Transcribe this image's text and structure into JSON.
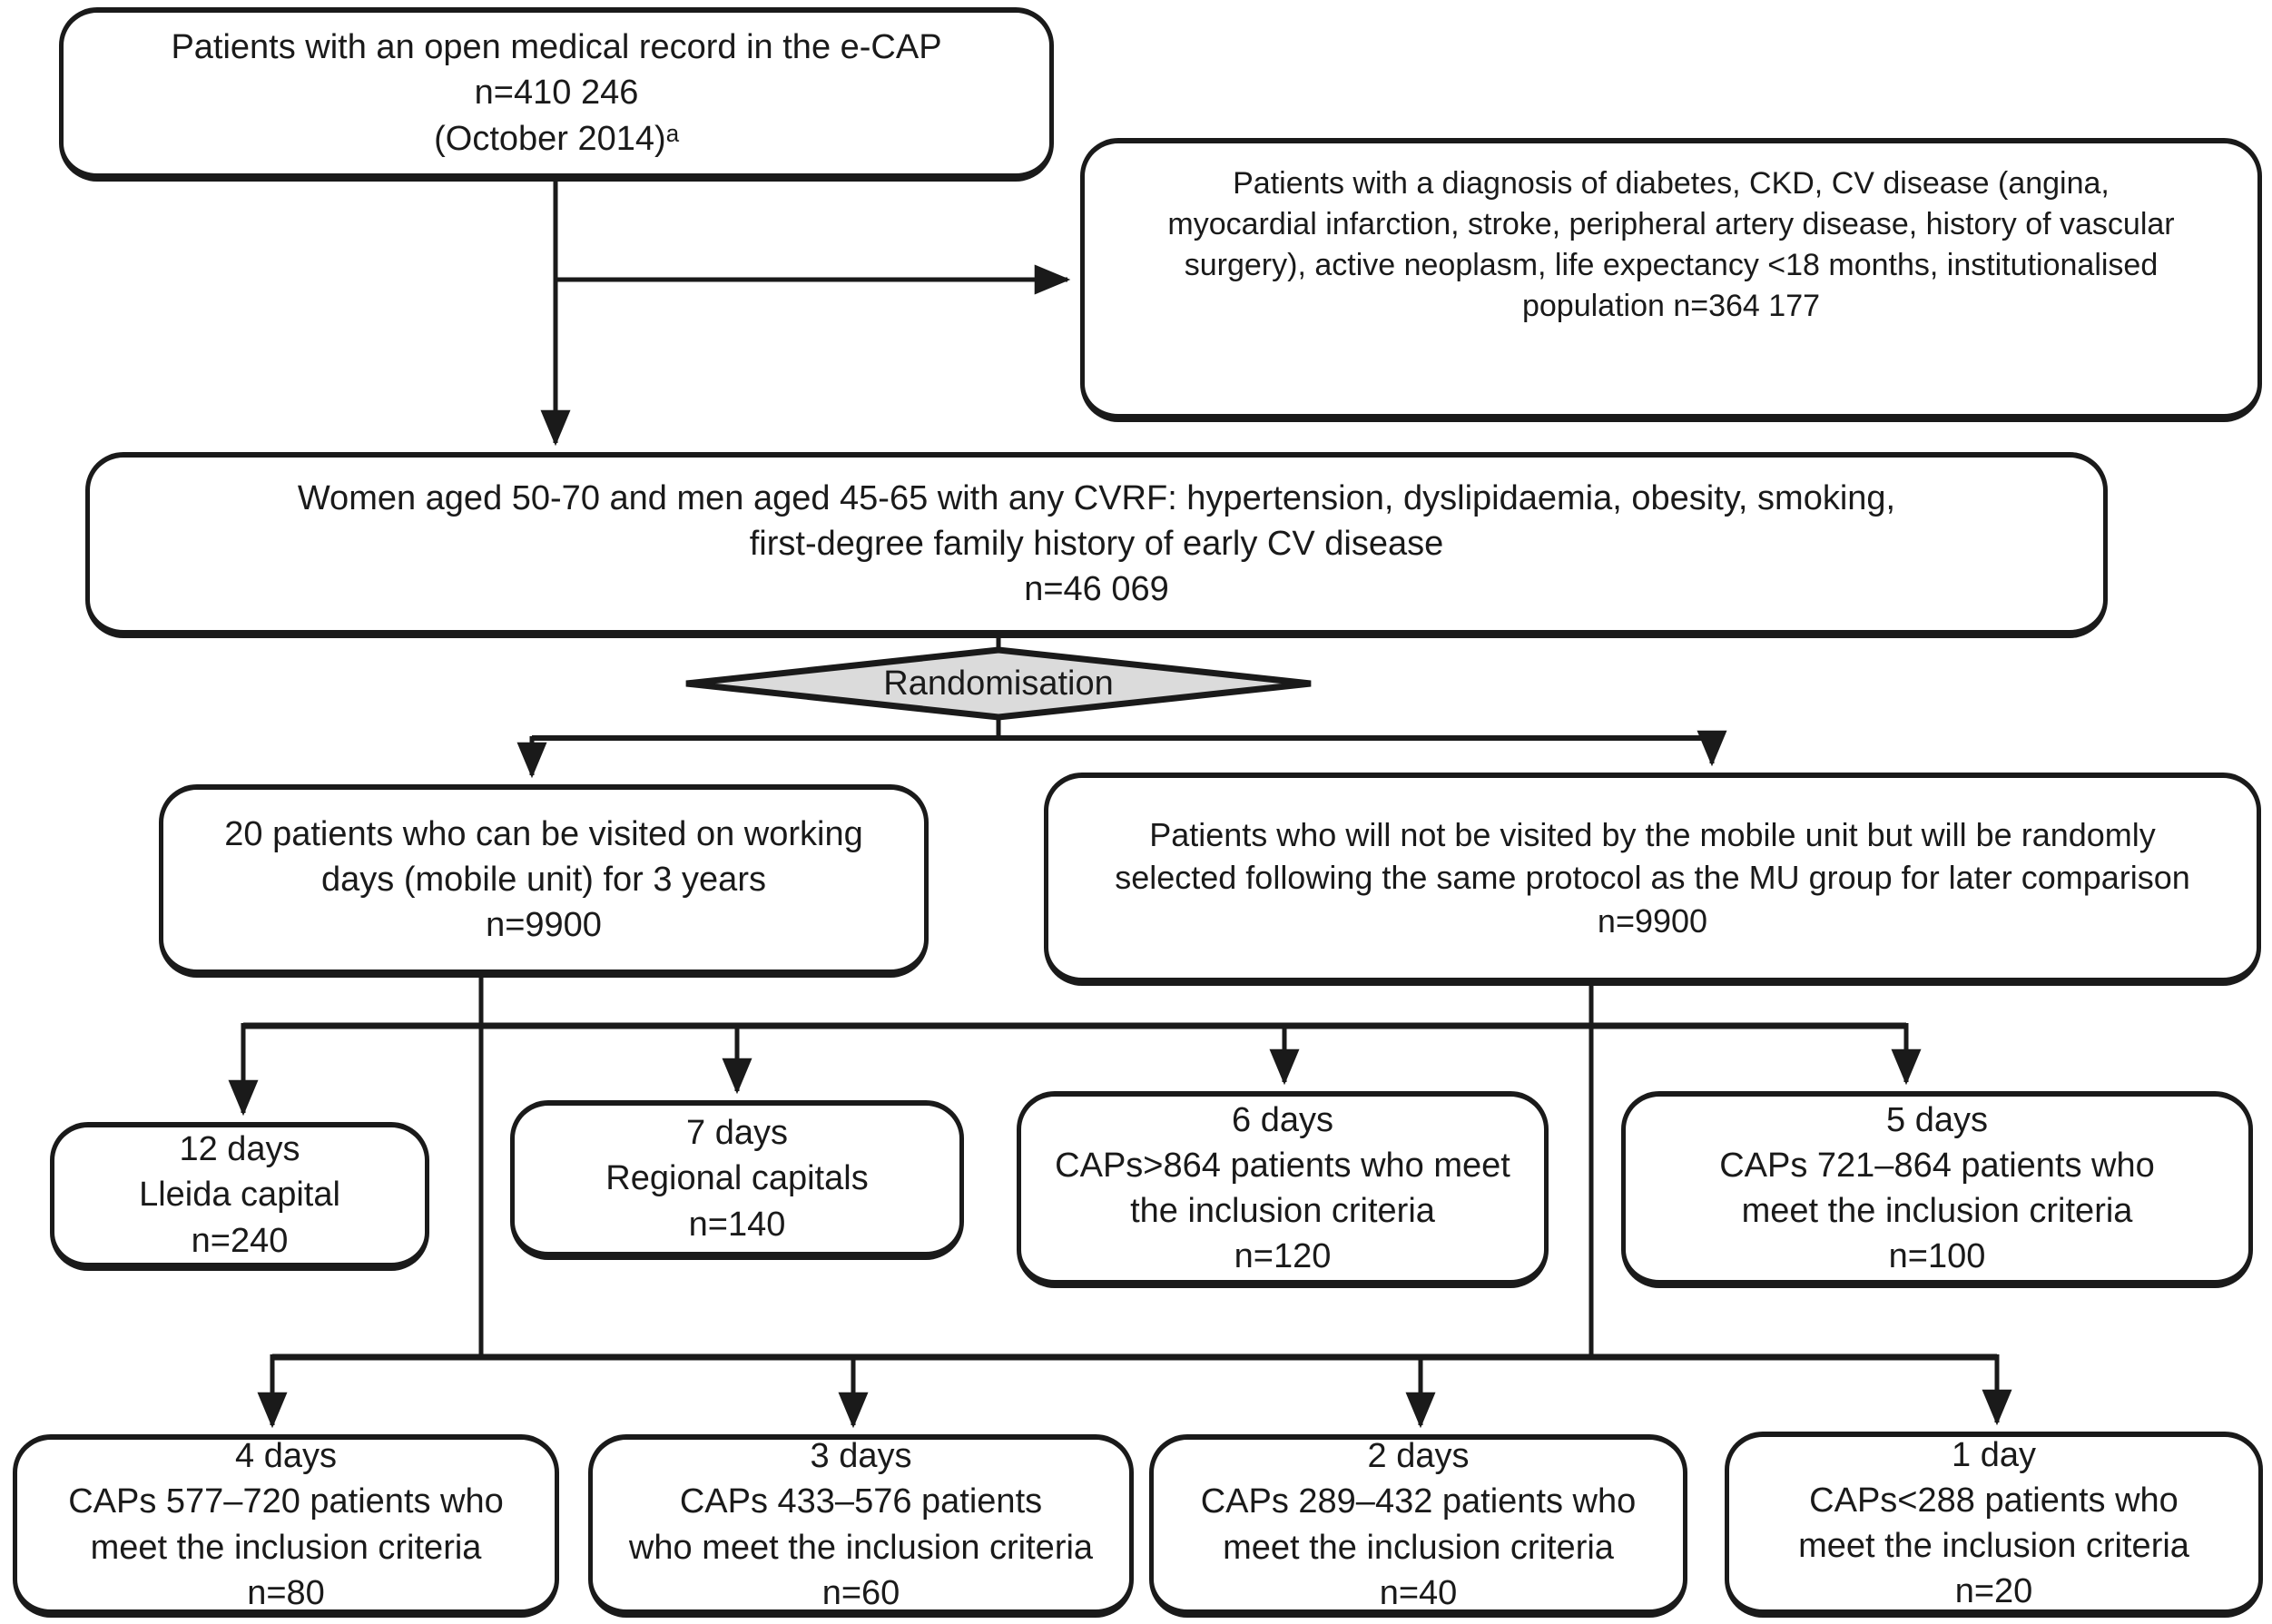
{
  "figure": {
    "background": "#ffffff",
    "line_color": "#1a1a1a",
    "diamond_fill": "#dbdbdb",
    "nodes": {
      "source": {
        "text": "Patients with an open medical record in the e-CAP\nn=410 246\n(October 2014)ᵃ"
      },
      "excluded": {
        "text": "Patients with a diagnosis of diabetes, CKD, CV disease (angina,\nmyocardial infarction, stroke, peripheral artery disease, history of vascular\nsurgery), active neoplasm, life expectancy <18 months, institutionalised\npopulation n=364 177"
      },
      "eligible": {
        "text": "Women aged 50-70 and men aged 45-65 with any CVRF: hypertension, dyslipidaemia, obesity, smoking,\nfirst-degree family history of early CV disease\nn=46 069"
      },
      "randomisation": {
        "text": "Randomisation"
      },
      "mobile_unit": {
        "text": "20 patients who can be visited on working\ndays (mobile unit) for 3 years\nn=9900"
      },
      "control": {
        "text": "Patients who will not be visited by the mobile unit but will be randomly\nselected following the same protocol as the MU group for later comparison\nn=9900"
      },
      "days12": {
        "text": "12 days\nLleida capital\nn=240"
      },
      "days7": {
        "text": "7 days\nRegional capitals\nn=140"
      },
      "days6": {
        "text": "6 days\nCAPs>864 patients who meet\nthe inclusion criteria\nn=120"
      },
      "days5": {
        "text": "5 days\nCAPs 721–864 patients who\nmeet the inclusion criteria\nn=100"
      },
      "days4": {
        "text": "4 days\nCAPs 577–720 patients who\nmeet the inclusion criteria\nn=80"
      },
      "days3": {
        "text": "3 days\nCAPs 433–576 patients\nwho meet the inclusion criteria\nn=60"
      },
      "days2": {
        "text": "2 days\nCAPs 289–432 patients who\nmeet the inclusion criteria\nn=40"
      },
      "days1": {
        "text": "1 day\nCAPs<288 patients who\nmeet the inclusion criteria\nn=20"
      }
    }
  }
}
